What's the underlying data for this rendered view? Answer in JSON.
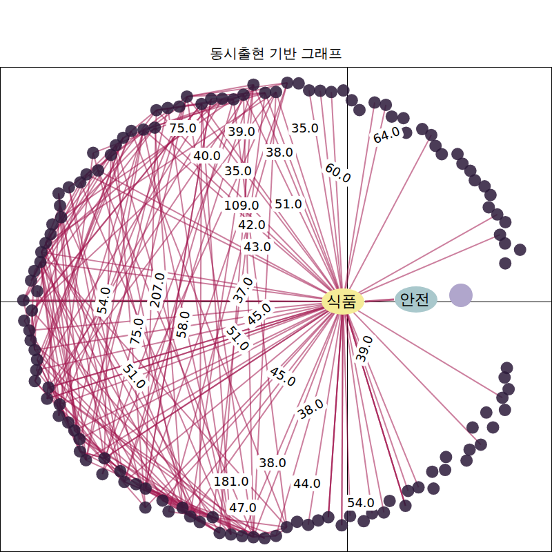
{
  "diagram": {
    "title": "동시출현 기반 그래프",
    "nodes": [
      {
        "text": [
          "식품"
        ]
      },
      {
        "text": [
          "안전"
        ]
      }
    ],
    "edges": [
      {
        "from": 0,
        "to": 1,
        "arrow": "none"
      }
    ],
    "labels": [
      "75.0",
      "39.0",
      "35.0",
      "64.0",
      "40.0",
      "38.0",
      "35.0",
      "60.0",
      "109.0",
      "51.0",
      "42.0",
      "43.0",
      "207.0",
      "58.0",
      "37.0",
      "45.0",
      "51.0",
      "54.0",
      "75.0",
      "51.0",
      "45.0",
      "38.0",
      "39.0",
      "38.0",
      "181.0",
      "44.0",
      "47.0",
      "54.0"
    ]
  }
}
